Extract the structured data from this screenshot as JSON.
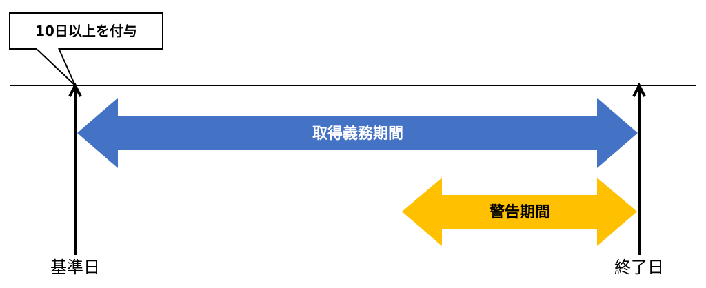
{
  "callout": {
    "label": "10日以上を付与"
  },
  "periods": {
    "acquisition": {
      "label": "取得義務期間",
      "color": "#4472C4",
      "text_color": "#ffffff"
    },
    "warning": {
      "label": "警告期間",
      "color": "#FFC000",
      "text_color": "#000000"
    }
  },
  "markers": {
    "start": {
      "label": "基準日"
    },
    "end": {
      "label": "終了日"
    }
  },
  "line_color": "#000000"
}
